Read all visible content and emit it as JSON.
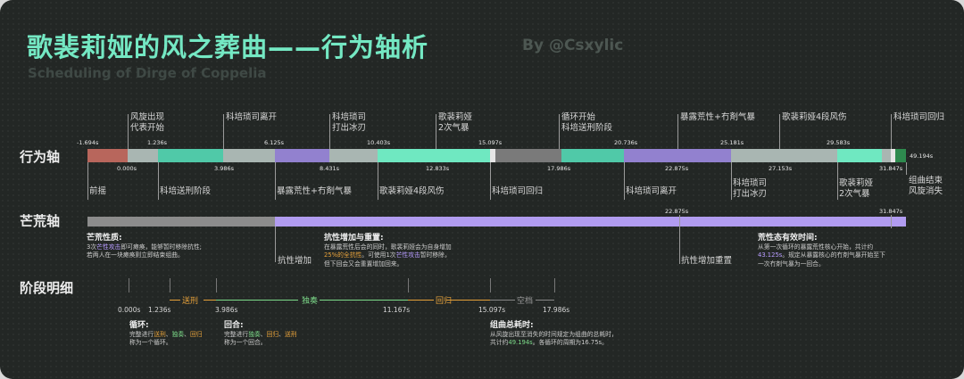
{
  "header": {
    "title": "歌裴莉娅的风之葬曲——行为轴析",
    "byline": "By @Csxylic",
    "subtitle": "Scheduling of Dirge of Coppelia"
  },
  "rows": {
    "behavior": "行为轴",
    "desolation": "芒荒轴",
    "phases": "阶段明细"
  },
  "timeline_top": [
    {
      "text": "风旋出现",
      "text2": "代表开始"
    },
    {
      "text": "科培琐司离开"
    },
    {
      "text": "科培琐司",
      "text2": "打出冰刃"
    },
    {
      "text": "歌裴莉娅",
      "text2": "2次气暴"
    },
    {
      "text": "循环开始",
      "text2": "科培送刑阶段"
    },
    {
      "text": "暴露荒性+冇剤气暴"
    },
    {
      "text": "歌裴莉娅4段风伤"
    },
    {
      "text": "科培琐司回归"
    }
  ],
  "timeline_bottom": [
    {
      "text": "前摇"
    },
    {
      "text": "科培送刑阶段"
    },
    {
      "text": "暴露荒性+冇剤气暴"
    },
    {
      "text": "歌裴莉娅4段风伤"
    },
    {
      "text": "科培琐司回归"
    },
    {
      "text": "科培琐司离开"
    },
    {
      "text": "科培琐司",
      "text2": "打出冰刃"
    },
    {
      "text": "歌裴莉娅",
      "text2": "2次气暴"
    },
    {
      "text": "组曲结束",
      "text2": "风旋消失"
    }
  ],
  "times_upper": [
    "-1.694s",
    "1.236s",
    "6.125s",
    "10.403s",
    "15.097s",
    "20.736s",
    "25.181s",
    "29.583s"
  ],
  "times_lower": [
    "0.000s",
    "3.986s",
    "8.431s",
    "12.833s",
    "17.986s",
    "22.875s",
    "27.153s",
    "31.847s"
  ],
  "end_time": "49.194s",
  "desolation_times": [
    "22.875s",
    "31.847s"
  ],
  "colors": {
    "bg": "#232725",
    "accent": "#74e8c3",
    "red": "#b8665c",
    "teal": "#50c9a8",
    "gray": "#a9b6b2",
    "purple": "#9281cf",
    "mint": "#6fe8c1",
    "dark": "#7a7a7a",
    "green": "#2e8a4e",
    "lavender": "#b19cf0"
  },
  "notes": {
    "desolation_quality": {
      "title": "芒荒性质:",
      "l1a": "3次",
      "l1b": "芒性攻击",
      "l1c": "即可瘫痪，能够暂时移除抗性;",
      "l2": "若两人在一块瘫痪则立即结束组曲。"
    },
    "resistance": {
      "title": "抗性增加与重置:",
      "l1": "在暴露荒性后会的同时，歌裴莉娅会为自身增加",
      "l2a": "25%的全抗性",
      "l2b": "。可使用1次",
      "l2c": "芒性攻击",
      "l2d": "暂时移除，",
      "l3": "但下回会又会重置增加回来。"
    },
    "desolation_valid": {
      "title": "荒性态有效时间:",
      "l1": "从第一次循环的暴露荒性核心开始，共计约",
      "l2a": "43.125s",
      "l2b": "。规定从暴露核心的冇剤气暴开始至下",
      "l3": "一次冇剤气暴为一回合。"
    },
    "loop": {
      "title": "循环:",
      "l1": "完整进行",
      "w1": "送刑",
      "sep1": "、",
      "w2": "独奏",
      "sep2": "、",
      "w3": "回归",
      "l2": "称为一个循环。"
    },
    "round": {
      "title": "回合:",
      "l1": "完整进行",
      "w1": "独奏",
      "sep1": "、",
      "w2": "回归",
      "sep2": "、",
      "w3": "送刑",
      "l2": "称为一个回合。"
    },
    "total": {
      "title": "组曲总耗时:",
      "l1": "从风旋出现至消失的时间规定为组曲的总耗时，",
      "l2a": "共计约",
      "l2b": "49.194s",
      "l2c": "。各循环的周期为16.75s。"
    }
  },
  "desolation_labels": [
    "抗性增加",
    "抗性增加重置"
  ],
  "stages": {
    "times": [
      "0.000s",
      "1.236s",
      "3.986s",
      "11.167s",
      "15.097s",
      "17.986s"
    ],
    "names": [
      "送刑",
      "独奏",
      "回归",
      "空档"
    ]
  }
}
